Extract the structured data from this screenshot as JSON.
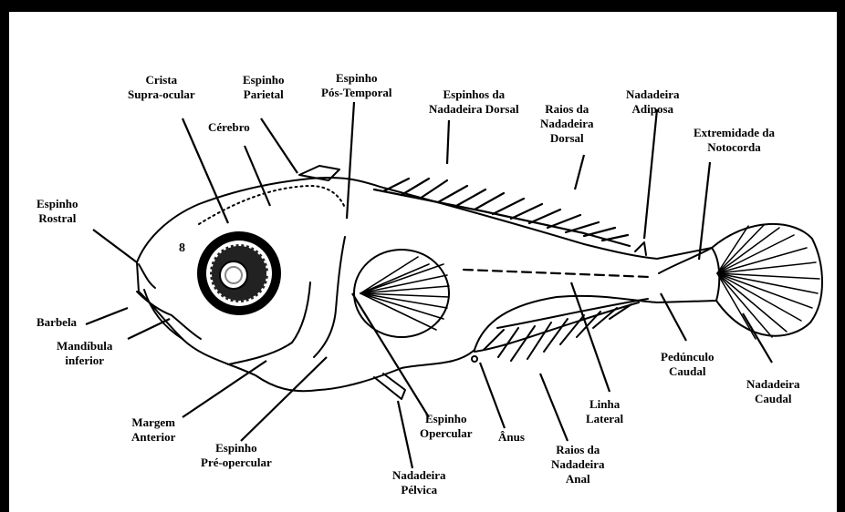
{
  "labels": {
    "crista": [
      "Crista",
      "Supra-ocular"
    ],
    "espinho_parietal": [
      "Espinho",
      "Parietal"
    ],
    "espinho_pos_temporal": [
      "Espinho",
      "Pós-Temporal"
    ],
    "espinhos_dorsal": [
      "Espinhos da",
      "Nadadeira Dorsal"
    ],
    "raios_dorsal": [
      "Raios da",
      "Nadadeira",
      "Dorsal"
    ],
    "nadadeira_adiposa": [
      "Nadadeira",
      "Adiposa"
    ],
    "extremidade_notocorda": [
      "Extremidade da",
      "Notocorda"
    ],
    "cerebro": [
      "Cérebro"
    ],
    "espinho_rostral": [
      "Espinho",
      "Rostral"
    ],
    "barbela": [
      "Barbela"
    ],
    "mandibula": [
      "Mandíbula",
      "inferior"
    ],
    "margem_anterior": [
      "Margem",
      "Anterior"
    ],
    "espinho_preopercular": [
      "Espinho",
      "Pré-opercular"
    ],
    "nadadeira_pelvica": [
      "Nadadeira",
      "Pélvica"
    ],
    "espinho_opercular": [
      "Espinho",
      "Opercular"
    ],
    "anus": [
      "Ânus"
    ],
    "raios_anal": [
      "Raios da",
      "Nadadeira",
      "Anal"
    ],
    "linha_lateral": [
      "Linha",
      "Lateral"
    ],
    "pedunculo_caudal": [
      "Pedúnculo",
      "Caudal"
    ],
    "nadadeira_caudal": [
      "Nadadeira",
      "Caudal"
    ]
  },
  "colors": {
    "ink": "#000000",
    "background": "#ffffff"
  }
}
